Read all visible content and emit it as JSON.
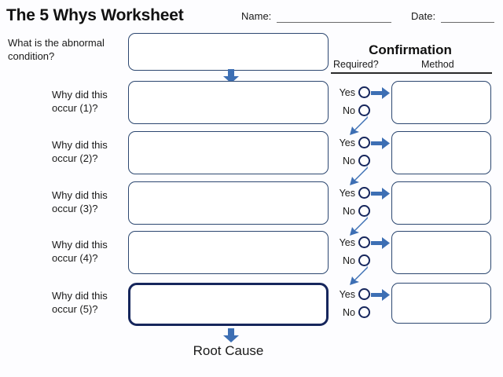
{
  "header": {
    "title": "The 5 Whys Worksheet",
    "name_label": "Name:",
    "name_value": "",
    "date_label": "Date:",
    "date_value": ""
  },
  "confirmation": {
    "title": "Confirmation",
    "required_label": "Required?",
    "method_label": "Method",
    "yes_label": "Yes",
    "no_label": "No"
  },
  "rows": [
    {
      "label": "What is the abnormal condition?",
      "answer": "",
      "method": "",
      "has_confirmation": false,
      "has_no_arrow": false,
      "emphasis": false
    },
    {
      "label": "Why did this occur (1)?",
      "answer": "",
      "method": "",
      "has_confirmation": true,
      "has_no_arrow": true,
      "emphasis": false
    },
    {
      "label": "Why did this occur (2)?",
      "answer": "",
      "method": "",
      "has_confirmation": true,
      "has_no_arrow": true,
      "emphasis": false
    },
    {
      "label": "Why did this occur (3)?",
      "answer": "",
      "method": "",
      "has_confirmation": true,
      "has_no_arrow": true,
      "emphasis": false
    },
    {
      "label": "Why did this occur (4)?",
      "answer": "",
      "method": "",
      "has_confirmation": true,
      "has_no_arrow": true,
      "emphasis": false
    },
    {
      "label": "Why did this occur (5)?",
      "answer": "",
      "method": "",
      "has_confirmation": true,
      "has_no_arrow": false,
      "emphasis": true
    }
  ],
  "footer": {
    "root_cause_label": "Root Cause"
  },
  "colors": {
    "box_border": "#2c4770",
    "final_box_border": "#16265c",
    "arrow_blue": "#3d6fb4",
    "text": "#1a1a1a",
    "rule": "#2a2a2a",
    "background": "#fdfdff"
  }
}
